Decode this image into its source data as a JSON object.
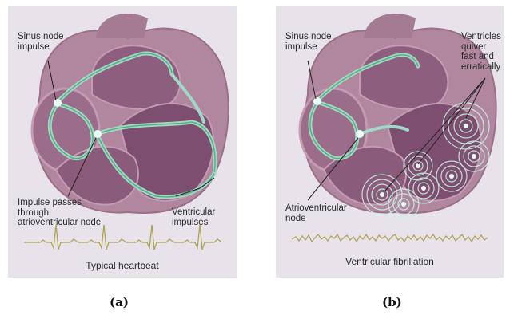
{
  "panel_a": {
    "labels": {
      "sinus_node": "Sinus node\nimpulse",
      "av_node": "Impulse passes\nthrough\natrioventricular node",
      "ventricular": "Ventricular\nimpulses"
    },
    "caption": "Typical heartbeat",
    "sublabel": "(a)"
  },
  "panel_b": {
    "labels": {
      "sinus_node": "Sinus node\nimpulse",
      "ventricles_quiver": "Ventricles\nquiver\nfast and\nerratically",
      "av_node": "Atrioventricular\nnode"
    },
    "caption": "Ventricular fibrillation",
    "sublabel": "(b)"
  },
  "colors": {
    "panel_bg": "#e8e3ea",
    "heart_outer": "#b1879f",
    "heart_inner": "#8e5e7e",
    "conduction": "#9fd9c7",
    "conduction_core": "#5fb07f",
    "ecg_line": "#b0a35a"
  }
}
